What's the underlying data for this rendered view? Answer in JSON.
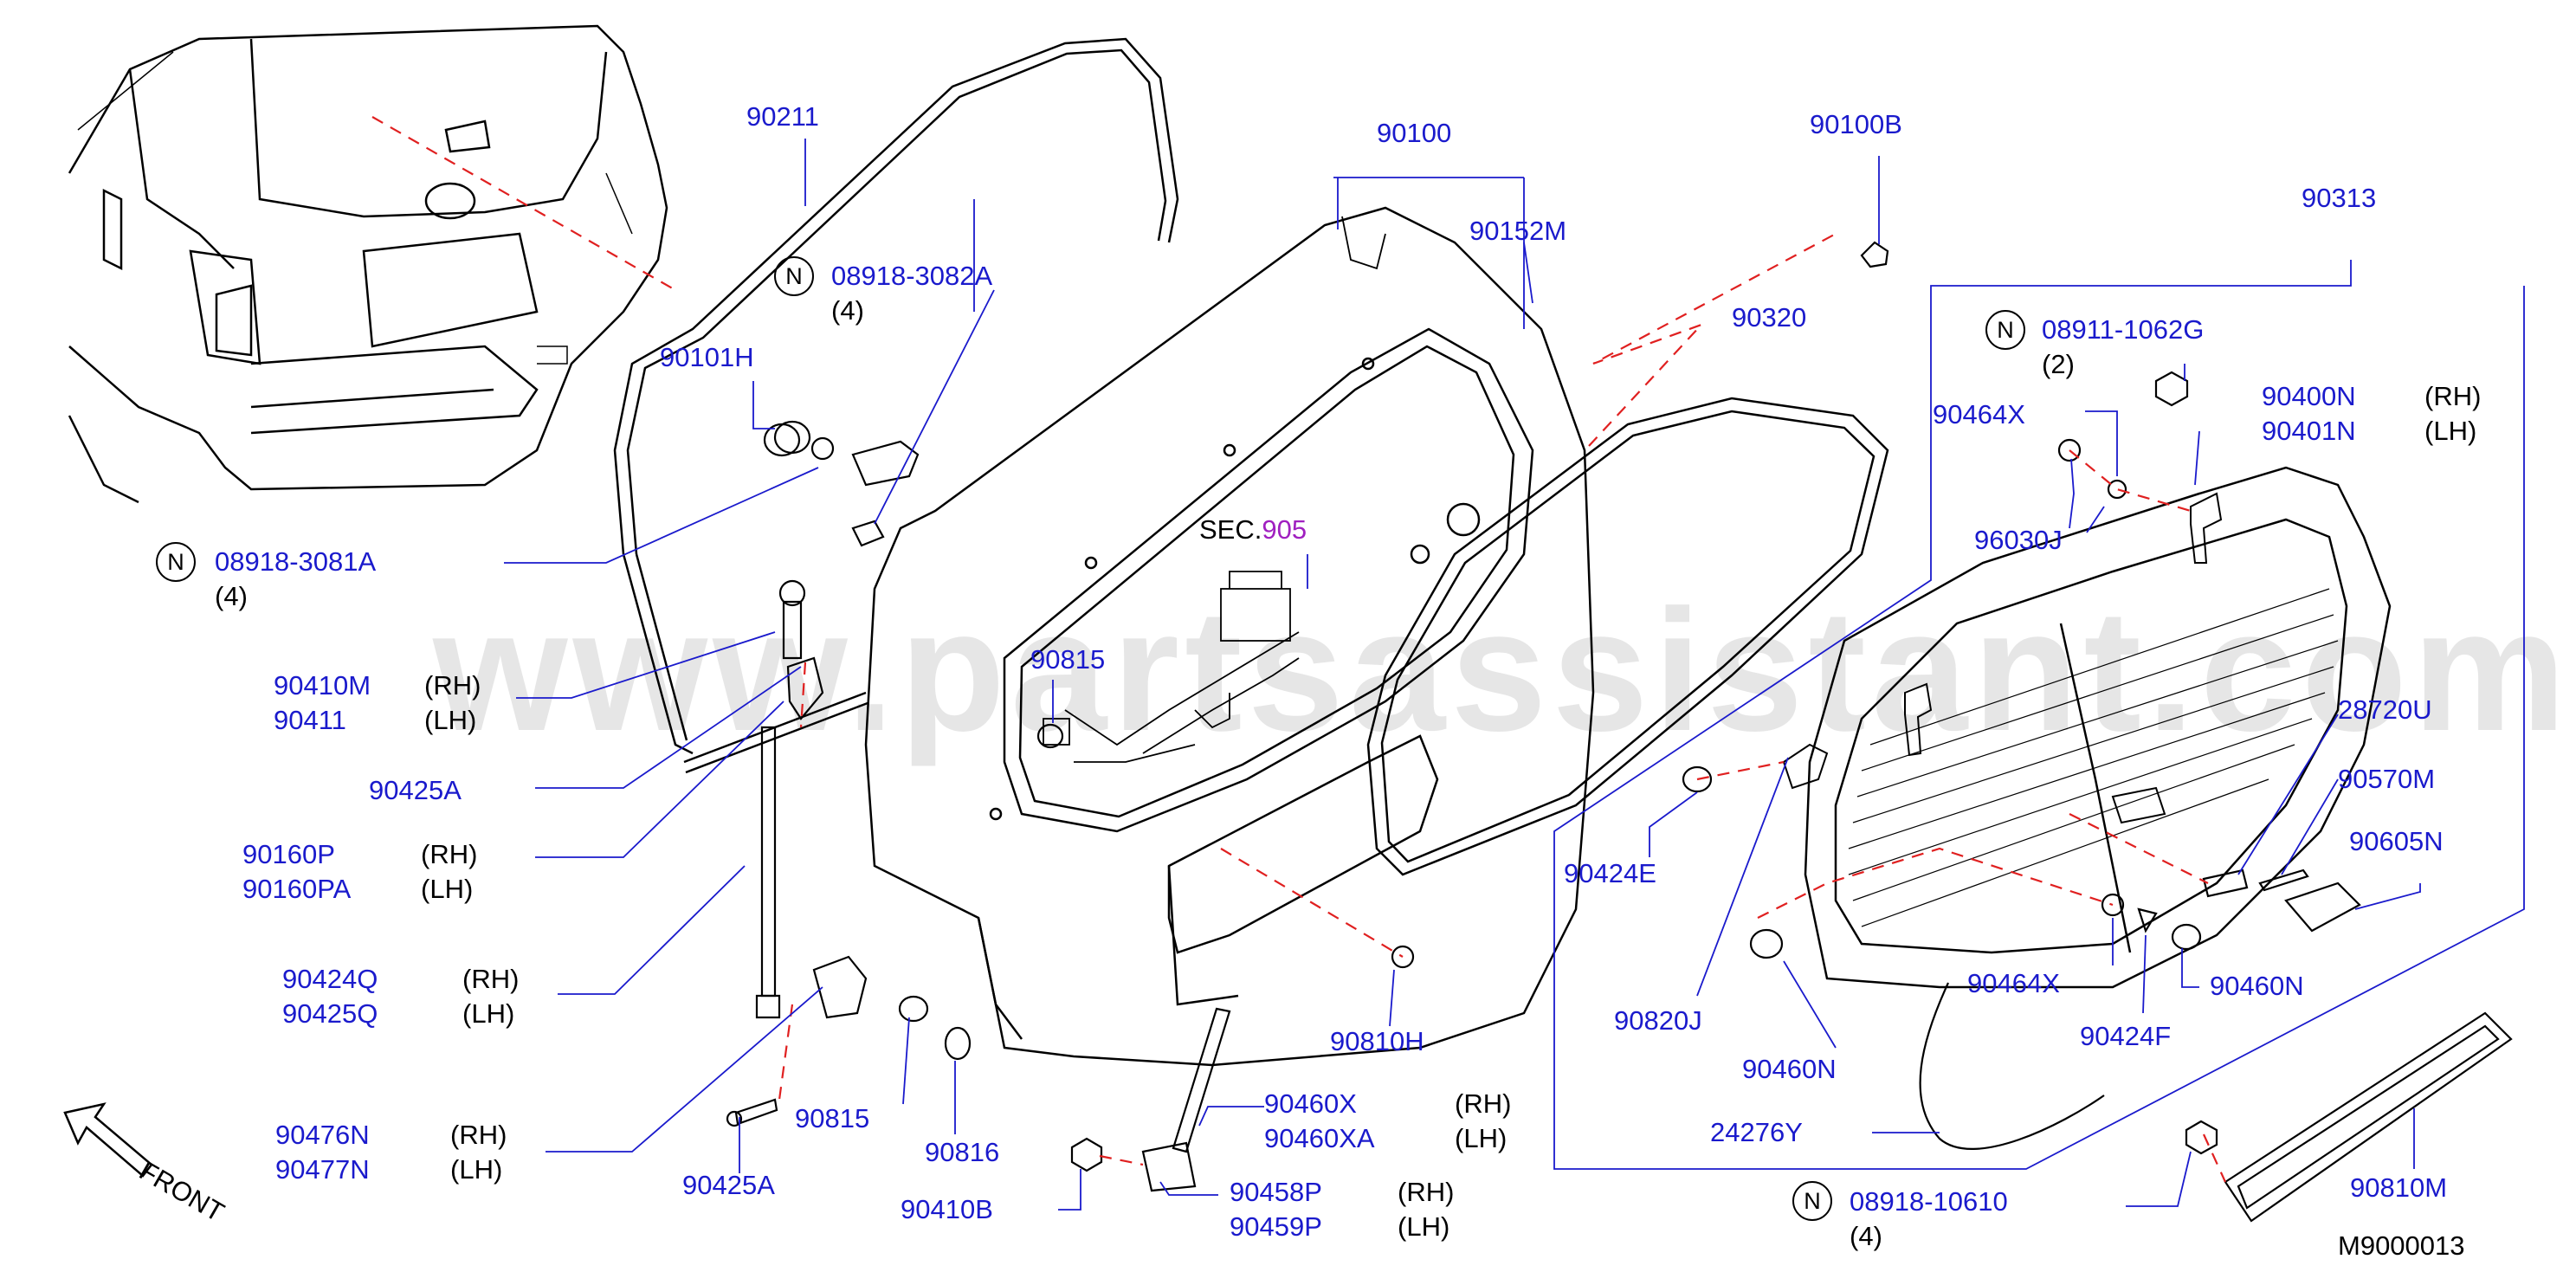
{
  "watermark": "www.partsassistant.com",
  "drawing_id": "M9000013",
  "direction_label": "FRONT",
  "section_ref": {
    "prefix": "SEC.",
    "number": "905"
  },
  "n_symbol": "N",
  "labels": {
    "p90211": "90211",
    "p90100": "90100",
    "p90100B": "90100B",
    "p90313": "90313",
    "p08918_3082A": "08918-3082A",
    "q4_a": "(4)",
    "p90101H": "90101H",
    "p90152M": "90152M",
    "p90320": "90320",
    "p08911_1062G": "08911-1062G",
    "q2": "(2)",
    "p90464X_a": "90464X",
    "p90400N": "90400N",
    "rh_a": "(RH)",
    "p90401N": "90401N",
    "lh_a": "(LH)",
    "p96030J": "96030J",
    "p08918_3081A": "08918-3081A",
    "q4_b": "(4)",
    "p90410M": "90410M",
    "rh_b": "(RH)",
    "p90411": "90411",
    "lh_b": "(LH)",
    "p90815_a": "90815",
    "p90425A_a": "90425A",
    "p90160P": "90160P",
    "rh_c": "(RH)",
    "p90160PA": "90160PA",
    "lh_c": "(LH)",
    "p28720U": "28720U",
    "p90570M": "90570M",
    "p90424E": "90424E",
    "p90605N": "90605N",
    "p90424Q": "90424Q",
    "rh_d": "(RH)",
    "p90425Q": "90425Q",
    "lh_d": "(LH)",
    "p90464X_b": "90464X",
    "p90460N_a": "90460N",
    "p90810H": "90810H",
    "p90820J": "90820J",
    "p90424F": "90424F",
    "p90460N_b": "90460N",
    "p90815_b": "90815",
    "p90816": "90816",
    "p90460X": "90460X",
    "rh_e": "(RH)",
    "p90460XA": "90460XA",
    "lh_e": "(LH)",
    "p90476N": "90476N",
    "rh_f": "(RH)",
    "p90477N": "90477N",
    "lh_f": "(LH)",
    "p24276Y": "24276Y",
    "p90425A_b": "90425A",
    "p90410B": "90410B",
    "p90458P": "90458P",
    "rh_g": "(RH)",
    "p90459P": "90459P",
    "lh_g": "(LH)",
    "p08918_10610": "08918-10610",
    "q4_c": "(4)",
    "p90810M": "90810M"
  },
  "colors": {
    "label_blue": "#1a1acc",
    "leader_line": "#1a1acc",
    "dash_red": "#e02020",
    "section_purple": "#a020c0",
    "line_art": "#000000",
    "watermark_gray": "#8c8c8c"
  }
}
